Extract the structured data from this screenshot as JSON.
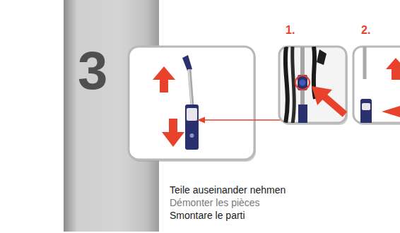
{
  "diagram": {
    "nodes": [
      {
        "text": [
          "3"
        ]
      }
    ],
    "labels": [
      "1.",
      "2.",
      "Teile auseinander nehmen",
      "Démonter les pièces",
      "Smontare le parti"
    ]
  }
}
